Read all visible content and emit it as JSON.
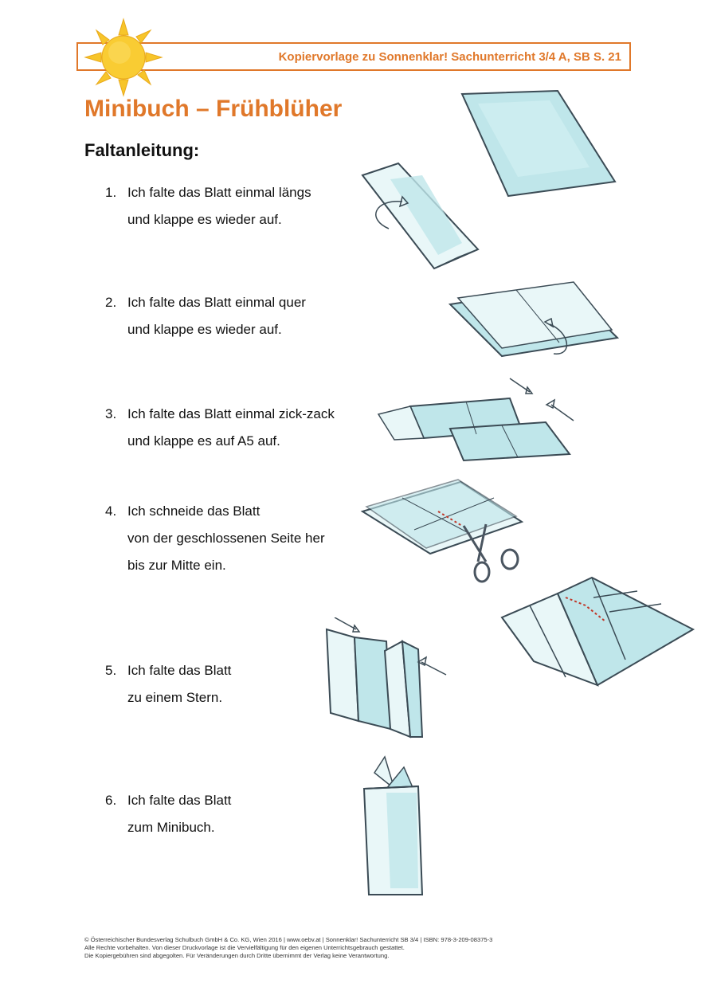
{
  "header": {
    "text": "Kopiervorlage zu Sonnenklar! Sachunterricht 3/4 A, SB S. 21"
  },
  "title": "Minibuch – Frühblüher",
  "subtitle": "Faltanleitung:",
  "steps": [
    {
      "num": "1.",
      "lines": [
        "Ich falte das Blatt einmal längs",
        "und klappe es wieder auf."
      ]
    },
    {
      "num": "2.",
      "lines": [
        "Ich falte das Blatt einmal quer",
        "und klappe es wieder auf."
      ]
    },
    {
      "num": "3.",
      "lines": [
        "Ich falte das Blatt einmal zick-zack",
        "und klappe es auf A5 auf."
      ]
    },
    {
      "num": "4.",
      "lines": [
        "Ich schneide das Blatt",
        "von der geschlossenen Seite her",
        "bis zur Mitte ein."
      ]
    },
    {
      "num": "5.",
      "lines": [
        "Ich falte das Blatt",
        "zu einem Stern."
      ]
    },
    {
      "num": "6.",
      "lines": [
        "Ich falte das Blatt",
        "zum Minibuch."
      ]
    }
  ],
  "footer": {
    "line1": "© Österreichischer Bundesverlag Schulbuch GmbH & Co. KG, Wien 2016 | www.oebv.at | Sonnenklar! Sachunterricht SB 3/4 | ISBN: 978-3-209-08375-3",
    "line2": "Alle Rechte vorbehalten. Von dieser Druckvorlage ist die Vervielfältigung für den eigenen Unterrichtsgebrauch gestattet.",
    "line3": "Die Kopiergebühren sind abgegolten. Für Veränderungen durch Dritte übernimmt der Verlag keine Verantwortung."
  },
  "colors": {
    "accent": "#e0782a",
    "sun": "#f7c52a",
    "paper": "#bfe6ea",
    "stroke": "#3b4b55",
    "cut": "#c0392b"
  },
  "icons": [
    "sun-icon",
    "scissors-icon",
    "arrow-icon"
  ]
}
